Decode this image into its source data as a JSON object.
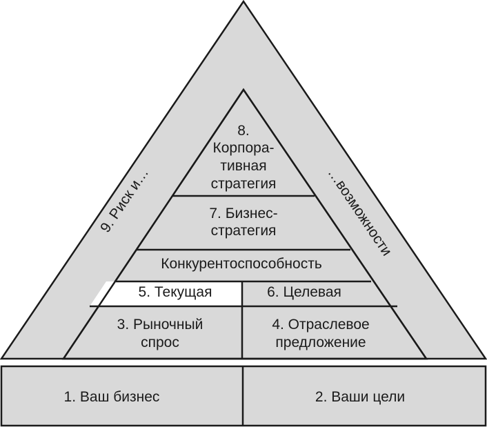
{
  "colors": {
    "fill": "#d9d9d9",
    "highlight": "#ffffff",
    "stroke": "#1a1a1a",
    "text": "#1a1a1a"
  },
  "base": {
    "left_label": "1. Ваш бизнес",
    "right_label": "2. Ваши цели"
  },
  "outer": {
    "left_side_label": "9. Риск и…",
    "right_side_label": "…возможности"
  },
  "pyramid": {
    "corporate": [
      "8.",
      "Корпора-",
      "тивная",
      "стратегия"
    ],
    "business": [
      "7. Бизнес-",
      "стратегия"
    ],
    "competitiveness": "Конкурентоспособность",
    "current": "5. Текущая",
    "target": "6. Целевая",
    "market_demand": [
      "3. Рыночный",
      "спрос"
    ],
    "industry_supply": [
      "4. Отраслевое",
      "предложение"
    ]
  }
}
